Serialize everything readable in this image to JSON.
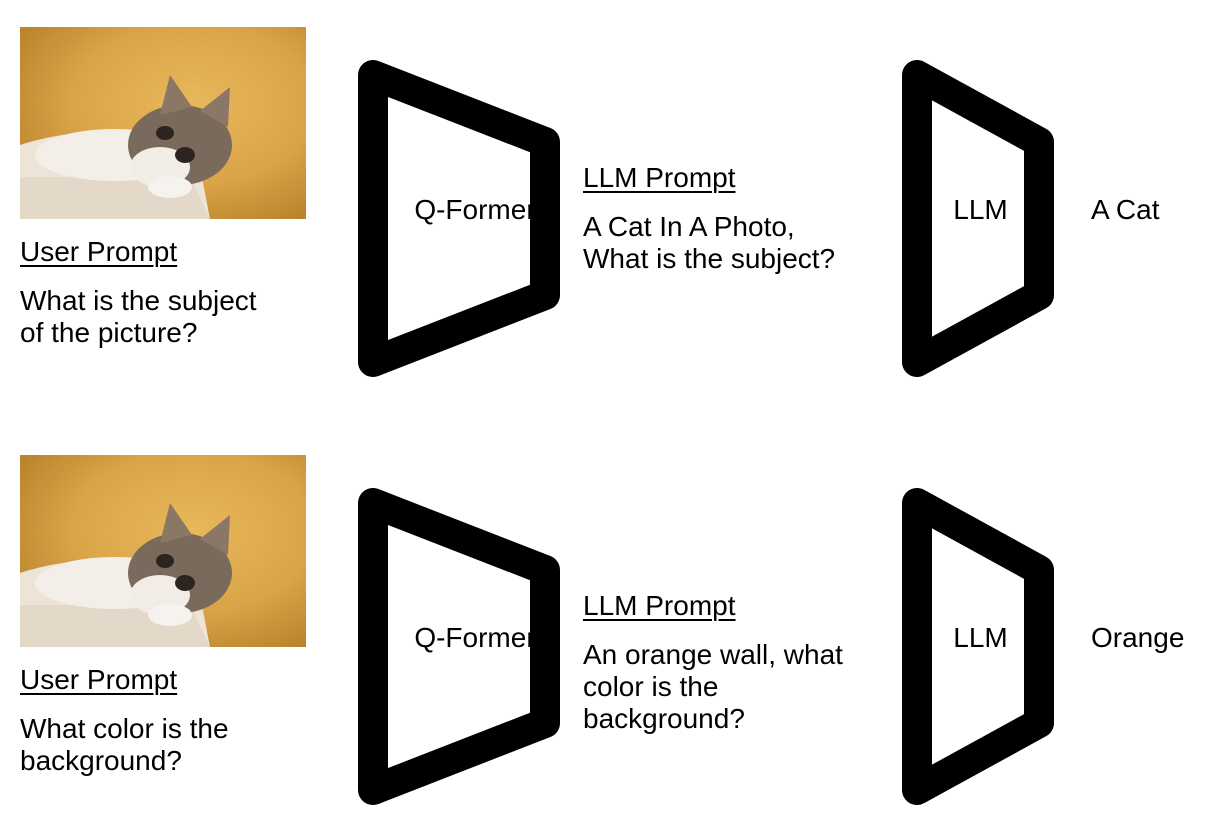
{
  "rows": [
    {
      "user_prompt_heading": "User Prompt",
      "user_prompt_line1": "What is the subject",
      "user_prompt_line2": "of the picture?",
      "qformer_label": "Q-Former",
      "llm_prompt_heading": "LLM Prompt",
      "llm_prompt_line1": "A Cat In A Photo,",
      "llm_prompt_line2": "What is the subject?",
      "llm_prompt_line3": "",
      "llm_label": "LLM",
      "answer": "A Cat"
    },
    {
      "user_prompt_heading": "User Prompt",
      "user_prompt_line1": "What color is the",
      "user_prompt_line2": "background?",
      "qformer_label": "Q-Former",
      "llm_prompt_heading": "LLM Prompt",
      "llm_prompt_line1": "An orange wall, what",
      "llm_prompt_line2": "color is the",
      "llm_prompt_line3": "background?",
      "llm_label": "LLM",
      "answer": "Orange"
    }
  ],
  "colors": {
    "photo_background": "#D9A447",
    "shape_stroke": "#000000"
  },
  "icons": {
    "photo": "cat-photo",
    "encoder_shape": "trapezoid-narrowing-right"
  }
}
